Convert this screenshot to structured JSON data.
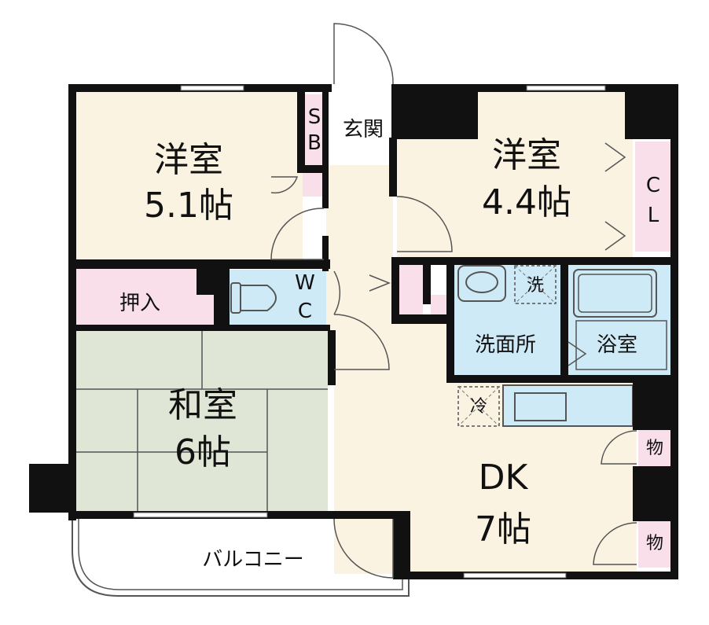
{
  "colors": {
    "wall": "#111111",
    "western_room": "#fbf3e1",
    "tatami": "#dfe6d6",
    "storage": "#f8dfe9",
    "wet_area": "#cfeaf7",
    "outline": "#555555"
  },
  "rooms": {
    "western_a": {
      "name": "洋室",
      "size": "5.1帖"
    },
    "western_b": {
      "name": "洋室",
      "size": "4.4帖"
    },
    "japanese": {
      "name": "和室",
      "size": "6帖"
    },
    "dk": {
      "name": "DK",
      "size": "7帖"
    },
    "toilet": {
      "line1": "W",
      "line2": "C"
    },
    "washroom": "洗面所",
    "bathroom": "浴室",
    "entrance": "玄関",
    "shoe_box": {
      "line1": "S",
      "line2": "B"
    },
    "closet": {
      "line1": "C",
      "line2": "L"
    },
    "oshiire": "押入",
    "balcony": "バルコニー",
    "washer": "洗",
    "fridge": "冷",
    "storage_1": "物",
    "storage_2": "物"
  }
}
